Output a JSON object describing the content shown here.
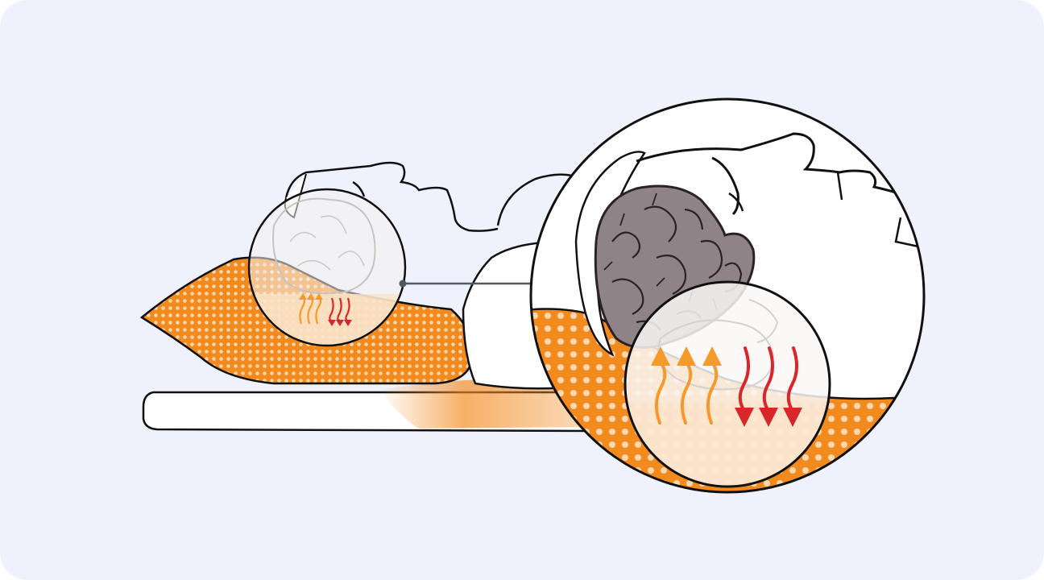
{
  "illustration": {
    "colors": {
      "background": "#eff2fd",
      "outline": "#111111",
      "pillow_orange": "#f28a1e",
      "pillow_orange_light": "#f7b56a",
      "skin": "#ffffff",
      "brain": "#8f8388",
      "brain_dark": "#2b2226",
      "warm_arrow": "#f39a2b",
      "cool_arrow": "#d8262a",
      "connector": "#4f5a66"
    },
    "icons": {
      "up_arrows": "heat-rising-arrows",
      "down_arrows": "cool-sinking-arrows",
      "magnifier": "zoom-circle"
    },
    "warm_arrow_count": 3,
    "cool_arrow_count": 3
  }
}
